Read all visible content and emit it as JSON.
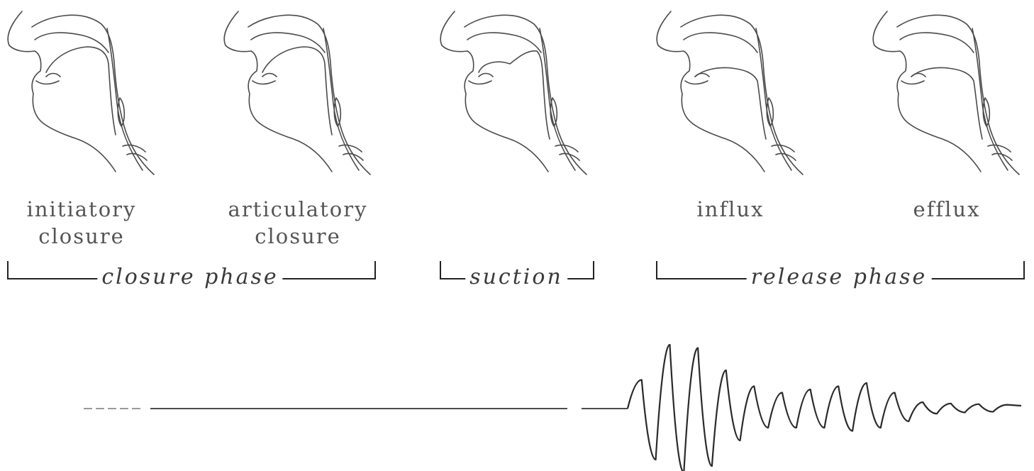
{
  "figures": [
    {
      "id": "initiatory-closure",
      "caption_lines": [
        "initiatory",
        "closure"
      ],
      "tongue": "closure"
    },
    {
      "id": "articulatory-closure",
      "caption_lines": [
        "articulatory",
        "closure"
      ],
      "tongue": "closure"
    },
    {
      "id": "suction",
      "caption_lines": [],
      "tongue": "lowered"
    },
    {
      "id": "influx",
      "caption_lines": [
        "influx"
      ],
      "tongue": "released"
    },
    {
      "id": "efflux",
      "caption_lines": [
        "efflux"
      ],
      "tongue": "released"
    }
  ],
  "phases": {
    "closure": "closure phase",
    "suction": "suction",
    "release": "release phase"
  },
  "waveform": {
    "flat_segment": "silence",
    "burst_amplitudes": [
      0.45,
      -0.8,
      1.0,
      -1.0,
      0.95,
      -0.9,
      0.6,
      -0.5,
      0.35,
      -0.3,
      0.25,
      -0.3,
      0.3,
      -0.3,
      0.35,
      -0.35,
      0.4,
      -0.3,
      0.25,
      -0.2,
      0.1,
      -0.08,
      0.08,
      -0.06,
      0.07,
      -0.05,
      0.06
    ]
  },
  "colors": {
    "ink": "#2a2a2a",
    "caption": "#555555",
    "background": "#ffffff"
  }
}
